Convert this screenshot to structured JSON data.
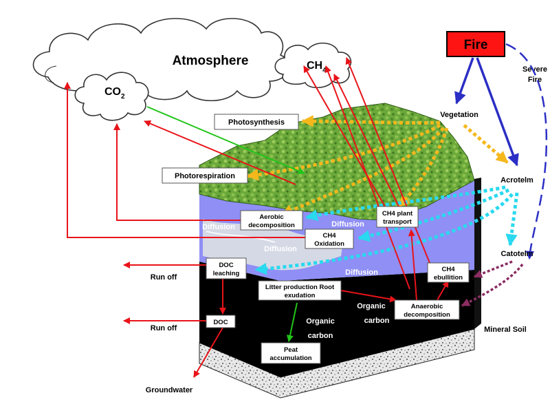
{
  "atmosphere": {
    "label": "Atmosphere",
    "co2": "CO",
    "co2_sub": "2",
    "ch4": "CH",
    "ch4_sub": "4"
  },
  "fire": {
    "label": "Fire",
    "severe_line1": "Severe",
    "severe_line2": "Fire"
  },
  "compartments": {
    "vegetation": "Vegetation",
    "acrotelm": "Acrotelm",
    "catotelm": "Catotelm",
    "mineral_soil": "Mineral Soil"
  },
  "processes": {
    "photosynthesis": "Photosynthesis",
    "photorespiration": "Photorespiration",
    "aerobic_decomposition_1": "Aerobic",
    "aerobic_decomposition_2": "decomposition",
    "ch4_oxidation_1": "CH4",
    "ch4_oxidation_2": "Oxidation",
    "ch4_plant_transport_1": "CH4 plant",
    "ch4_plant_transport_2": "transport",
    "doc_leaching_1": "DOC",
    "doc_leaching_2": "leaching",
    "ch4_ebullition_1": "CH4",
    "ch4_ebullition_2": "ebullition",
    "litter_production_1": "Litter production Root",
    "litter_production_2": "exudation",
    "anaerobic_decomposition_1": "Anaerobic",
    "anaerobic_decomposition_2": "decomposition",
    "doc": "DOC",
    "peat_accumulation_1": "Peat",
    "peat_accumulation_2": "accumulation"
  },
  "flow_labels": {
    "diffusion_1": "Diffusion",
    "diffusion_2": "Diffusion",
    "diffusion_3": "Diffusion",
    "diffusion_4": "Diffusion",
    "organic_carbon_1a": "Organic",
    "organic_carbon_1b": "carbon",
    "organic_carbon_2a": "Organic",
    "organic_carbon_2b": "carbon",
    "run_off_1": "Run off",
    "run_off_2": "Run off",
    "groundwater": "Groundwater"
  },
  "colors": {
    "carbon_flux": "#e8141a",
    "fire": "#2b2fc4",
    "vegetation_flow": "#f5b81c",
    "water_flow": "#29d9ef",
    "green_flow": "#22c51a",
    "catotelm_flow": "#8b2d62",
    "acrotelm_fill": "#8f8ff5",
    "peat_black": "#000000",
    "moss_green": "#5c9a33"
  }
}
